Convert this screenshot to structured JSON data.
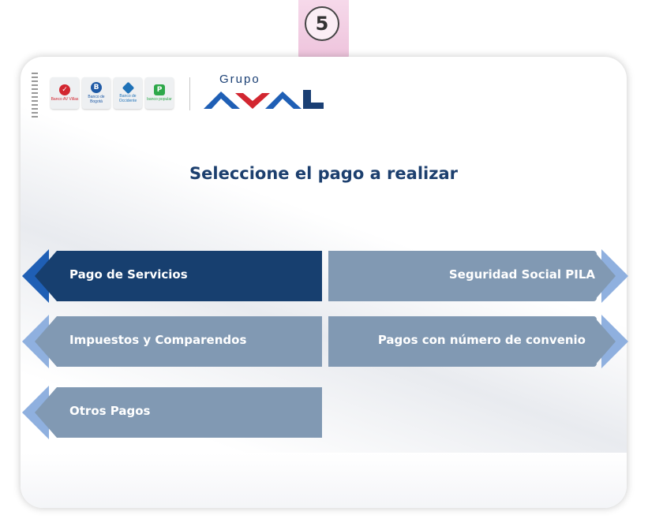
{
  "step": {
    "number": "5"
  },
  "header": {
    "banks": [
      {
        "name": "Banco AV Villas",
        "color": "#d22630"
      },
      {
        "name": "Banco de Bogotá",
        "color": "#1f5aa6"
      },
      {
        "name": "Banco de Occidente",
        "color": "#1f72b8"
      },
      {
        "name": "banco popular",
        "color": "#2ea84a"
      }
    ],
    "group_prefix": "Grupo",
    "group_name": "AVAL"
  },
  "main": {
    "title": "Seleccione el pago a realizar",
    "options": [
      {
        "label": "Pago de Servicios",
        "selected": true
      },
      {
        "label": "Seguridad Social PILA",
        "selected": false
      },
      {
        "label": "Impuestos y Comparendos",
        "selected": false
      },
      {
        "label": "Pagos con número de convenio",
        "selected": false
      },
      {
        "label": "Otros Pagos",
        "selected": false
      }
    ]
  },
  "colors": {
    "selected": "#173f6f",
    "unselected": "#8199b3",
    "accent_selected": "#1f5fb5",
    "accent_unselected": "#8fb0df"
  }
}
